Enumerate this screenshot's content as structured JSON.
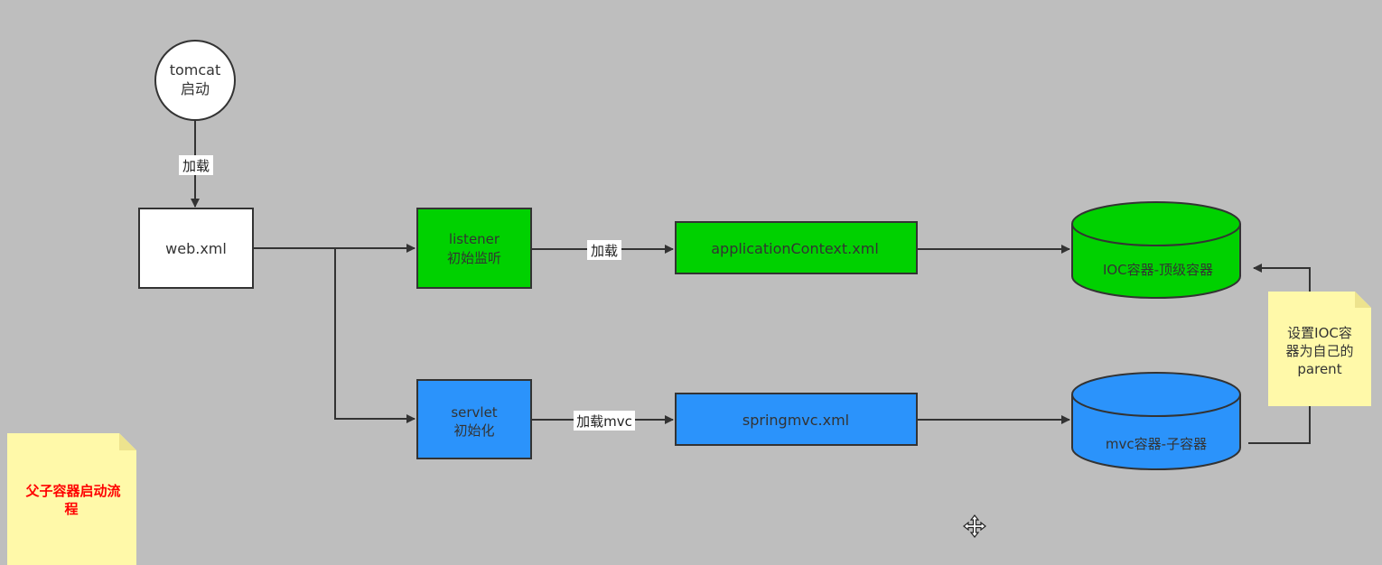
{
  "nodes": {
    "tomcat": {
      "line1": "tomcat",
      "line2": "启动"
    },
    "webxml": {
      "label": "web.xml"
    },
    "listener": {
      "line1": "listener",
      "line2": "初始监听"
    },
    "servlet": {
      "line1": "servlet",
      "line2": "初始化"
    },
    "app_context": {
      "label": "applicationContext.xml"
    },
    "springmvc": {
      "label": "springmvc.xml"
    },
    "ioc_container": {
      "label": "IOC容器-顶级容器"
    },
    "mvc_container": {
      "label": "mvc容器-子容器"
    }
  },
  "edge_labels": {
    "load_web": "加载",
    "load_app": "加载",
    "load_mvc": "加载mvc"
  },
  "notes": {
    "parent_note": {
      "line1": "设置IOC容",
      "line2": "器为自己的",
      "line3": "parent"
    },
    "title_note": {
      "line1": "父子容器启动流",
      "line2": "程"
    }
  },
  "colors": {
    "background": "#bebebe",
    "green": "#00d100",
    "blue": "#2b93fb",
    "note_yellow": "#fff9a9",
    "title_red": "#ff0000",
    "line": "#333333"
  }
}
